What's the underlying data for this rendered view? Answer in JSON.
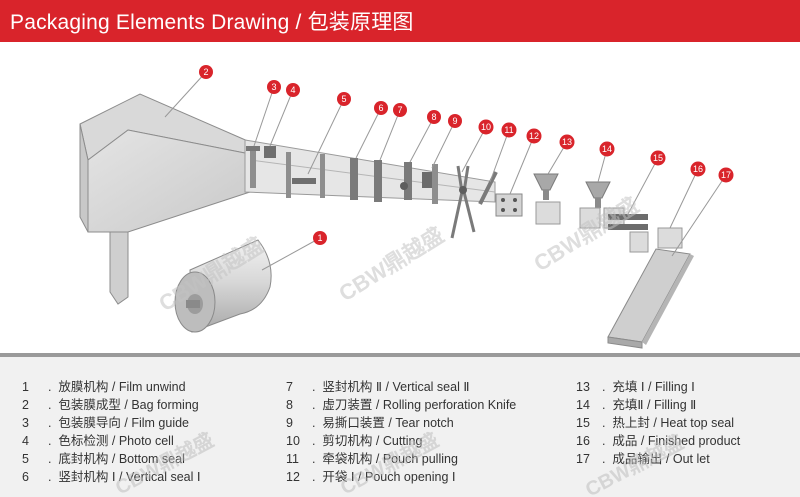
{
  "title": "Packaging  Elements Drawing / 包装原理图",
  "watermark": "CBW鼎越盛",
  "colors": {
    "header": "#d9242b",
    "callout_fill": "#d9242b",
    "legend_bg": "#f1f1f1"
  },
  "callouts": [
    {
      "num": "1",
      "label": "放膜机构 / Film unwind"
    },
    {
      "num": "2",
      "label": "包装膜成型 / Bag forming"
    },
    {
      "num": "3",
      "label": "包装膜导向 / Film guide"
    },
    {
      "num": "4",
      "label": "色标检测 / Photo cell"
    },
    {
      "num": "5",
      "label": "底封机构 / Bottom seal"
    },
    {
      "num": "6",
      "label": "竖封机构 Ⅰ / Vertical seal Ⅰ"
    },
    {
      "num": "7",
      "label": "竖封机构 Ⅱ / Vertical seal Ⅱ"
    },
    {
      "num": "8",
      "label": "虚刀装置 / Rolling perforation Knife"
    },
    {
      "num": "9",
      "label": "易撕口装置 / Tear notch"
    },
    {
      "num": "10",
      "label": "剪切机构 /  Cutting"
    },
    {
      "num": "11",
      "label": "牵袋机构 / Pouch pulling"
    },
    {
      "num": "12",
      "label": "开袋 Ⅰ / Pouch opening Ⅰ"
    },
    {
      "num": "13",
      "label": "充填 Ⅰ / Filling Ⅰ"
    },
    {
      "num": "14",
      "label": "充填Ⅱ / Filling Ⅱ"
    },
    {
      "num": "15",
      "label": "热上封 / Heat top seal"
    },
    {
      "num": "16",
      "label": "成品 / Finished product"
    },
    {
      "num": "17",
      "label": "成品输出 / Out let"
    }
  ]
}
